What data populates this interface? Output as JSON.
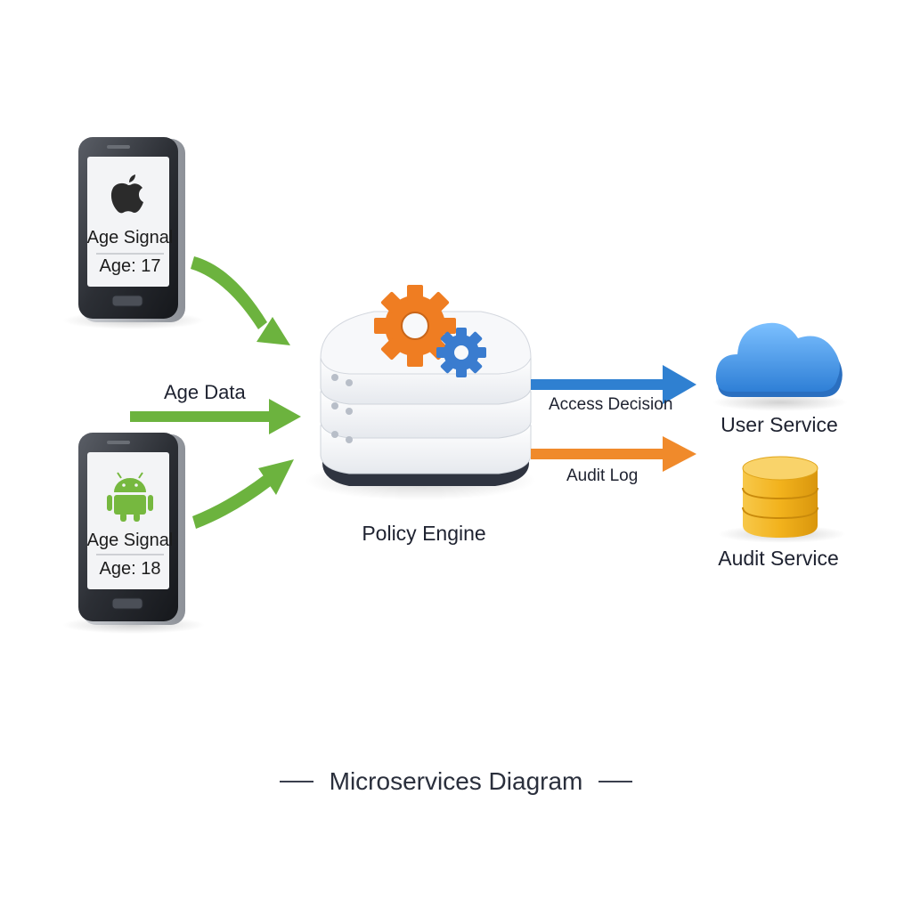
{
  "diagram": {
    "title": "Microservices Diagram",
    "devices": [
      {
        "icon": "apple-logo-icon",
        "label": "Age Signal",
        "value": "Age: 17"
      },
      {
        "icon": "android-logo-icon",
        "label": "Age Signal",
        "value": "Age: 18"
      }
    ],
    "edges": {
      "age_data": "Age Data",
      "access_decision": "Access Decision",
      "audit_log": "Audit Log"
    },
    "nodes": {
      "policy_engine": "Policy Engine",
      "user_service": "User Service",
      "audit_service": "Audit Service"
    },
    "colors": {
      "green_arrow": "#6cb33e",
      "blue_arrow": "#2f80d1",
      "orange_arrow": "#f08a2b",
      "gear_orange": "#ef7d22",
      "gear_blue": "#3a7ccf",
      "cloud": "#3e8fe6",
      "database": "#f2b21c"
    }
  }
}
